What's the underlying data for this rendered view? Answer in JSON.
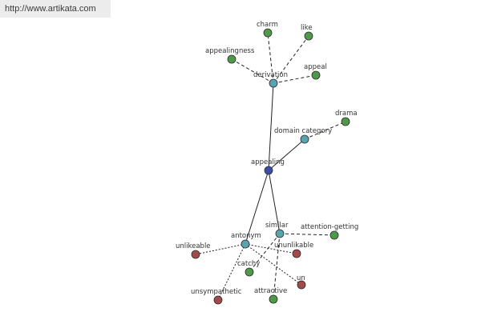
{
  "header": {
    "url": "http://www.artikata.com"
  },
  "colors": {
    "center": "#3a4ea8",
    "relation": "#5aa3b0",
    "synonym": "#4f9a4a",
    "antonym": "#a24a4a"
  },
  "graph": {
    "nodes": [
      {
        "id": "appealing",
        "label": "appealing",
        "kind": "center"
      },
      {
        "id": "derivation",
        "label": "derivation",
        "kind": "relation"
      },
      {
        "id": "domain_category",
        "label": "domain category",
        "kind": "relation"
      },
      {
        "id": "similar",
        "label": "similar",
        "kind": "relation"
      },
      {
        "id": "antonym",
        "label": "antonym",
        "kind": "relation"
      },
      {
        "id": "charm",
        "label": "charm",
        "kind": "synonym"
      },
      {
        "id": "like",
        "label": "like",
        "kind": "synonym"
      },
      {
        "id": "appealingness",
        "label": "appealingness",
        "kind": "synonym"
      },
      {
        "id": "appeal",
        "label": "appeal",
        "kind": "synonym"
      },
      {
        "id": "drama",
        "label": "drama",
        "kind": "synonym"
      },
      {
        "id": "attention_getting",
        "label": "attention-getting",
        "kind": "synonym"
      },
      {
        "id": "catchy",
        "label": "catchy",
        "kind": "synonym"
      },
      {
        "id": "attractive",
        "label": "attractive",
        "kind": "synonym"
      },
      {
        "id": "unlikeable",
        "label": "unlikeable",
        "kind": "antonym"
      },
      {
        "id": "ununlikable",
        "label": "ununlikable",
        "kind": "antonym"
      },
      {
        "id": "un",
        "label": "un",
        "kind": "antonym"
      },
      {
        "id": "unsympathetic",
        "label": "unsympathetic",
        "kind": "antonym"
      }
    ],
    "edges": [
      {
        "from": "appealing",
        "to": "derivation",
        "style": "solid"
      },
      {
        "from": "appealing",
        "to": "domain_category",
        "style": "solid"
      },
      {
        "from": "appealing",
        "to": "antonym",
        "style": "solid"
      },
      {
        "from": "appealing",
        "to": "similar",
        "style": "solid"
      },
      {
        "from": "derivation",
        "to": "charm",
        "style": "dashed"
      },
      {
        "from": "derivation",
        "to": "like",
        "style": "dashed"
      },
      {
        "from": "derivation",
        "to": "appealingness",
        "style": "dashed"
      },
      {
        "from": "derivation",
        "to": "appeal",
        "style": "dashed"
      },
      {
        "from": "domain_category",
        "to": "drama",
        "style": "dashed"
      },
      {
        "from": "similar",
        "to": "attention_getting",
        "style": "dashed"
      },
      {
        "from": "similar",
        "to": "catchy",
        "style": "dashed"
      },
      {
        "from": "similar",
        "to": "attractive",
        "style": "dashed"
      },
      {
        "from": "antonym",
        "to": "unlikeable",
        "style": "dotted"
      },
      {
        "from": "antonym",
        "to": "ununlikable",
        "style": "dotted"
      },
      {
        "from": "antonym",
        "to": "un",
        "style": "dotted"
      },
      {
        "from": "antonym",
        "to": "unsympathetic",
        "style": "dotted"
      }
    ]
  }
}
